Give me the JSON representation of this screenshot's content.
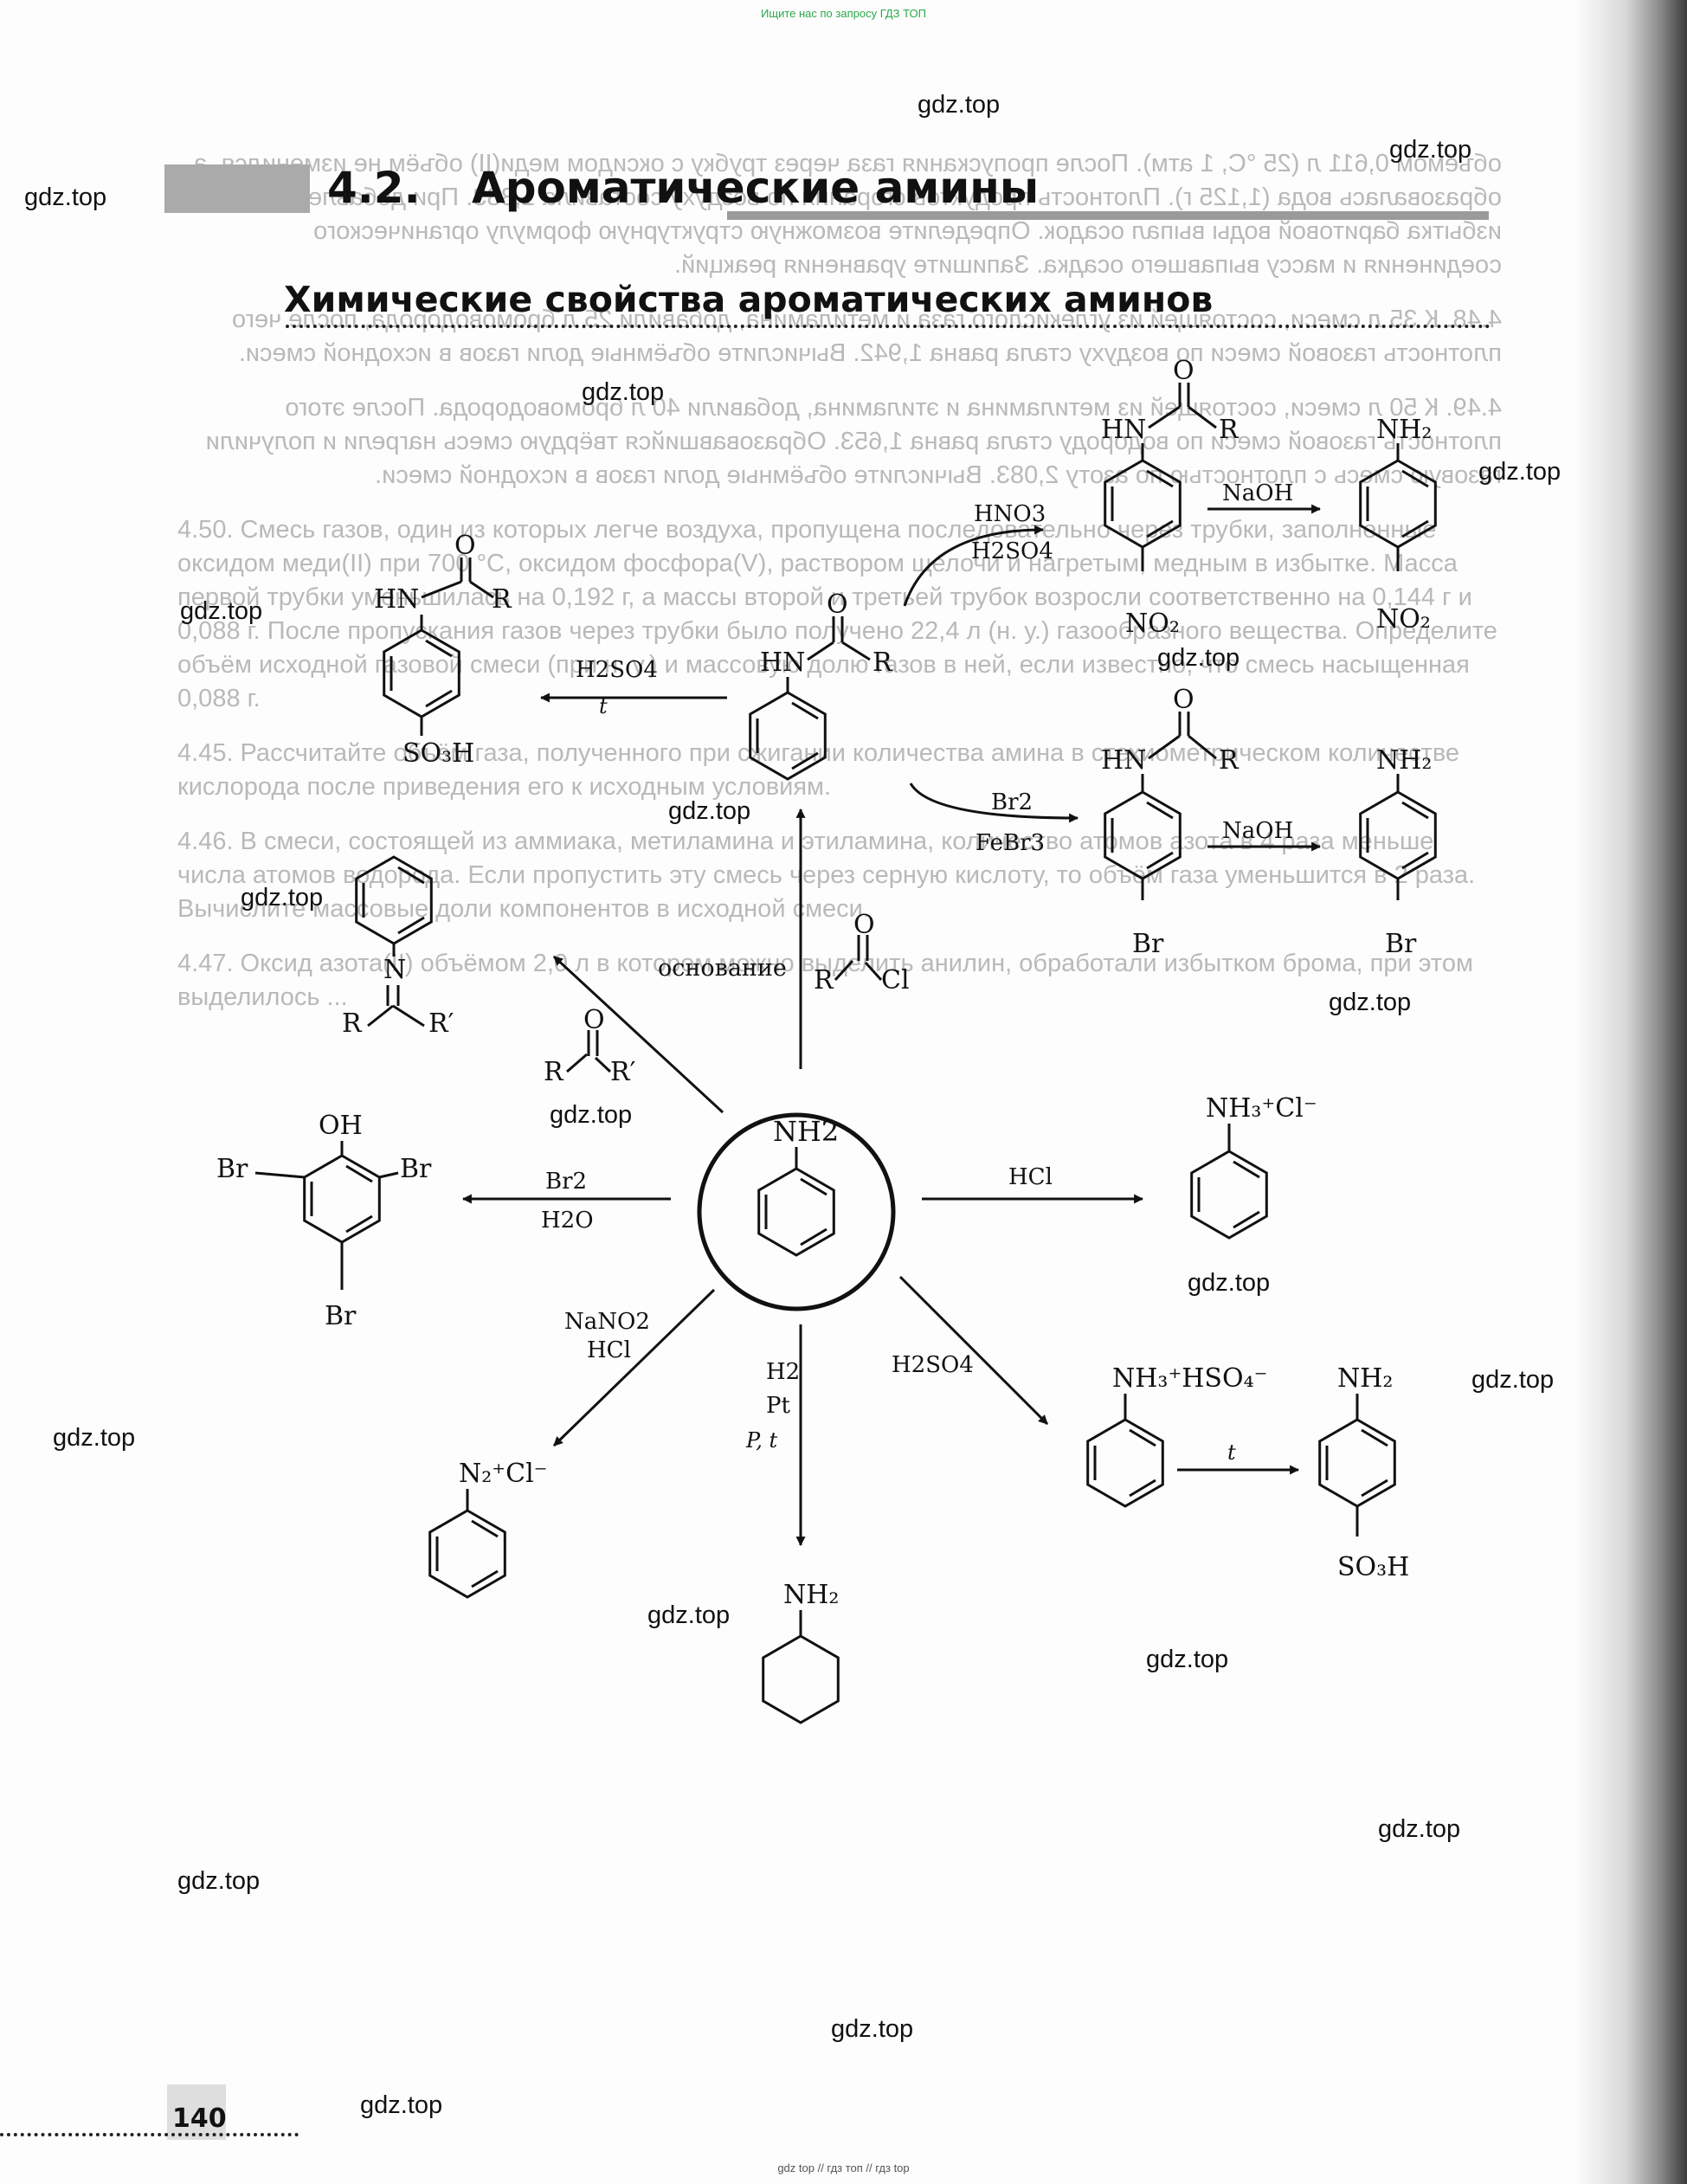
{
  "top_note": "Ищите нас по запросу ГДЗ ТОП",
  "bottom_note": "gdz top // гдз топ // гдз top",
  "watermark": "gdz.top",
  "chapter": {
    "number": "4.2.",
    "title": "Ароматические амины"
  },
  "section_title": "Химические свойства ароматических аминов",
  "page_number": "140",
  "ghost_text": {
    "p1": "объёмом 0,611 л (25 °С, 1 атм). После пропускания газа через трубку с оксидом меди(II) объём не изменился, а образовалась вода (1,125 г). Плотность продуктов сгорания по воздуху составила 1,383. При добавлении избытка баритовой воды выпал осадок. Определите возможную структурную формулу органического соединения и массу выпавшего осадка. Запишите уравнения реакций.",
    "p2": "4.48. К 35 л смеси, состоящей из углекислого газа и метиламина, добавили 25 л бромоводорода, после чего плотность газовой смеси по воздуху стала равна 1,942. Вычислите объёмные доли газов в исходной смеси.",
    "p3": "4.49. К 50 л смеси, состоящей из метиламина и этиламина, добавили 40 л бромоводорода. После этого плотность газовой смеси по водороду стала равна 1,653. Образовавшийся твёрдую смесь нагрели и получили газовую смесь с плотностью по азоту 2,083. Вычислите объёмные доли газов в исходной смеси.",
    "p4": "4.50. Смесь газов, один из которых легче воздуха, пропущена последовательно через трубки, заполненные оксидом меди(II) при 700 °С, оксидом фосфора(V), раствором щелочи и нагретым, медным в избытке. Масса первой трубки уменьшилась на 0,192 г, а массы второй и третьей трубок возросли соответственно на 0,144 г и 0,088 г. После пропускания газов через трубки было получено 22,4 л (н. у.) газообразного вещества. Определите объём исходной газовой смеси (при н. у.) и массовую долю газов в ней, если известно, что смесь насыщенная 0,088 г.",
    "p5": "4.45. Рассчитайте объём газа, полученного при сжигании количества амина в стехиометрическом количестве кислорода после приведения его к исходным условиям.",
    "p6": "4.46. В смеси, состоящей из аммиака, метиламина и этиламина, количество атомов азота в 4 раза меньше числа атомов водорода. Если пропустить эту смесь через серную кислоту, то объём газа уменьшится в 2 раза. Вычислите массовые доли компонентов в исходной смеси.",
    "p7": "4.47. Оксид азота(II) объёмом 2,0 л в котором можно выделить анилин, обработали избытком брома, при этом выделилось ..."
  },
  "diagram": {
    "center": "NH2",
    "reactions": {
      "acylation": {
        "reagent_label": "основание"
      },
      "schiff": {},
      "bromination": {
        "reagent_top": "Br2",
        "reagent_bottom": "H2O"
      },
      "diazotization": {
        "reagent_top": "NaNO2",
        "reagent_bottom": "HCl"
      },
      "hydrogenation": {
        "reagent_1": "H2",
        "reagent_2": "Pt",
        "reagent_3": "P, t"
      },
      "sulfuric": {
        "reagent": "H2SO4",
        "heat": "t"
      },
      "hcl": {
        "reagent": "HCl"
      },
      "amide_sulfonation": {
        "reagent_top": "H2SO4",
        "reagent_bottom": "t"
      },
      "amide_nitration": {
        "reagent_top": "HNO3",
        "reagent_bottom": "H2SO4",
        "hydrolysis": "NaOH"
      },
      "amide_bromination": {
        "reagent_top": "Br2",
        "reagent_bottom": "FeBr3",
        "hydrolysis": "NaOH"
      }
    }
  },
  "watermarks": [
    {
      "id": "wm-1"
    },
    {
      "id": "wm-2"
    },
    {
      "id": "wm-3"
    },
    {
      "id": "wm-4"
    },
    {
      "id": "wm-5"
    },
    {
      "id": "wm-6"
    },
    {
      "id": "wm-7"
    },
    {
      "id": "wm-8"
    },
    {
      "id": "wm-9"
    },
    {
      "id": "wm-10"
    },
    {
      "id": "wm-11"
    },
    {
      "id": "wm-12"
    },
    {
      "id": "wm-13"
    },
    {
      "id": "wm-14"
    },
    {
      "id": "wm-15"
    },
    {
      "id": "wm-16"
    },
    {
      "id": "wm-17"
    },
    {
      "id": "wm-18"
    },
    {
      "id": "wm-19"
    },
    {
      "id": "wm-20"
    },
    {
      "id": "wm-21"
    }
  ]
}
